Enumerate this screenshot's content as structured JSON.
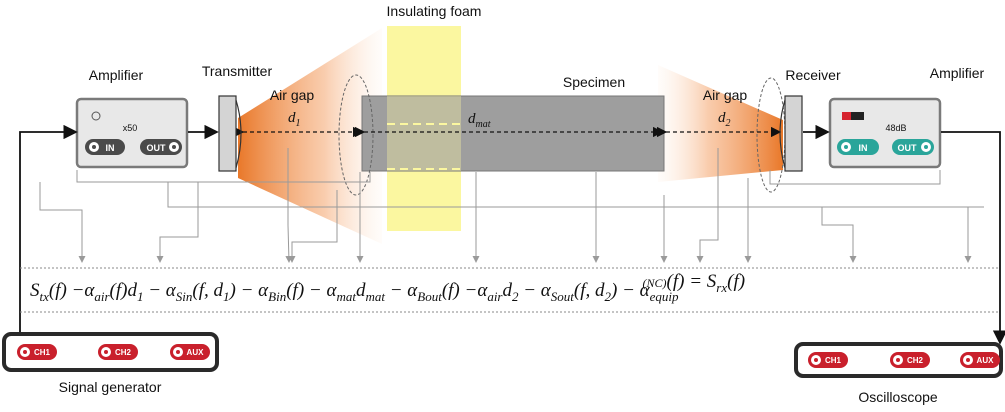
{
  "labels": {
    "insulating_foam": "Insulating foam",
    "amplifier_left": "Amplifier",
    "transmitter": "Transmitter",
    "air_gap_left": "Air gap",
    "specimen": "Specimen",
    "air_gap_right": "Air gap",
    "receiver": "Receiver",
    "amplifier_right": "Amplifier",
    "signal_generator": "Signal generator",
    "oscilloscope": "Oscilloscope"
  },
  "amp_left": {
    "gain": "x50",
    "in": "IN",
    "out": "OUT"
  },
  "amp_right": {
    "gain": "48dB",
    "in": "IN",
    "out": "OUT"
  },
  "channels": [
    "CH1",
    "CH2",
    "AUX"
  ],
  "distances": {
    "d1": "d",
    "d1_sub": "1",
    "dmat": "d",
    "dmat_sub": "mat",
    "d2": "d",
    "d2_sub": "2"
  },
  "equation": [
    [
      "S",
      "tx"
    ],
    [
      "(f) −α",
      ""
    ],
    [
      "",
      "air"
    ],
    [
      "(f)d",
      ""
    ],
    [
      "",
      "1"
    ],
    [
      " − α",
      ""
    ],
    [
      "",
      "S"
    ],
    [
      "",
      "in"
    ],
    [
      "(f, d",
      ""
    ],
    [
      "",
      "1"
    ],
    [
      ") − α",
      ""
    ],
    [
      "",
      "B"
    ],
    [
      "",
      "in"
    ],
    [
      "(f) − α",
      ""
    ],
    [
      "",
      "mat"
    ],
    [
      "d",
      ""
    ],
    [
      "",
      "mat"
    ],
    [
      " − α",
      ""
    ],
    [
      "",
      "B"
    ],
    [
      "",
      "out"
    ],
    [
      "(f) −α",
      ""
    ],
    [
      "",
      "air"
    ],
    [
      "d",
      ""
    ],
    [
      "",
      "2"
    ],
    [
      " − α",
      ""
    ],
    [
      "",
      "S"
    ],
    [
      "",
      "out"
    ],
    [
      "(f, d",
      ""
    ],
    [
      "",
      "2"
    ],
    [
      ") − α",
      ""
    ],
    [
      "",
      "equip"
    ],
    [
      "(f) = S",
      ""
    ],
    [
      "",
      "rx"
    ],
    [
      "(f)",
      ""
    ]
  ],
  "equation_superscript": "(NC)",
  "colors": {
    "foam": "#fbf7a0",
    "specimen": "#9e9e9e",
    "horn": "#f08a3c",
    "amp_body": "#e8e8e8",
    "button_dark": "#4a4a4a",
    "button_teal": "#2aa59a",
    "channel_red": "#c9202c",
    "device_border": "#2a2a2a"
  }
}
